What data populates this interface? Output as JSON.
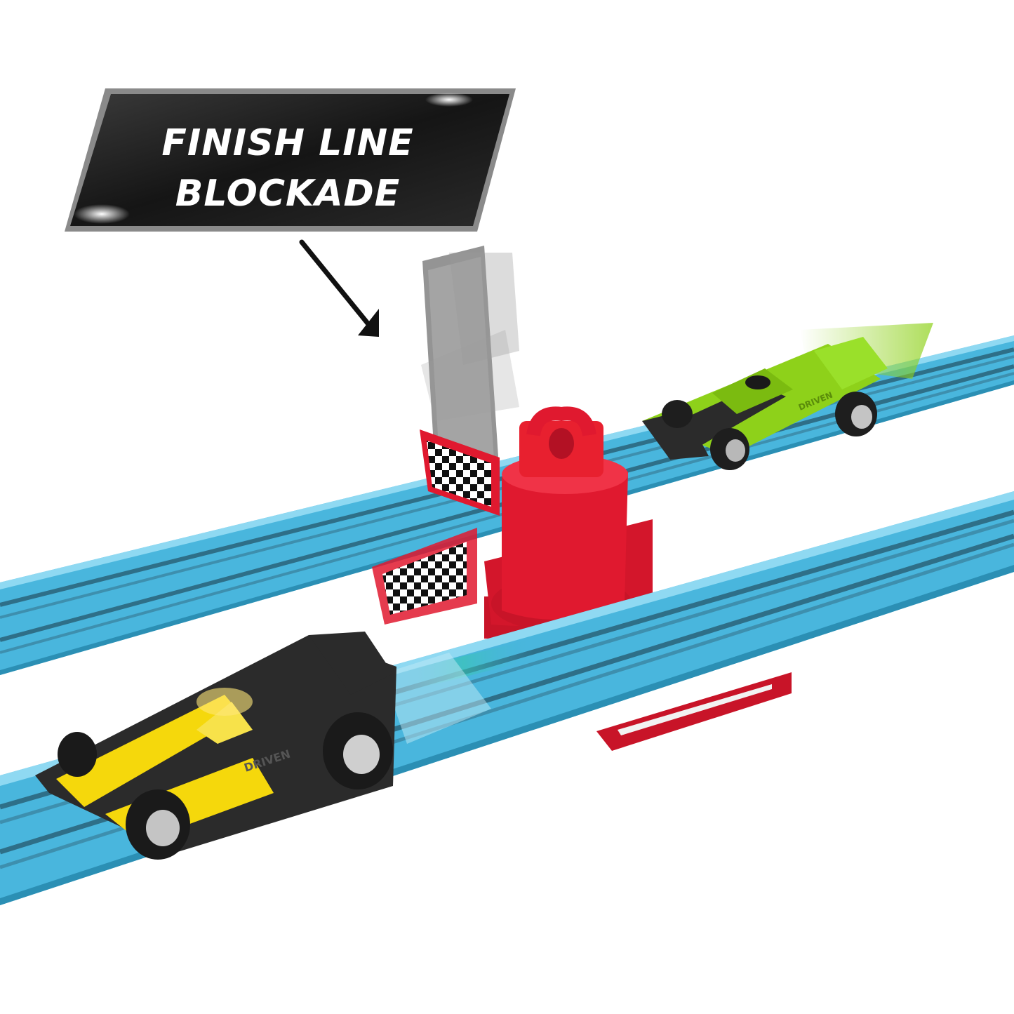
{
  "callout": {
    "line1": "FINISH LINE",
    "line2": "BLOCKADE"
  },
  "car_badge": "DRIVEN",
  "colors": {
    "background": "#ffffff",
    "track": "#49b6dd",
    "track_light": "#76cde9",
    "track_groove": "#2e6f88",
    "blockade_red": "#e0192f",
    "green_car": "#8ed11a",
    "yellow_car": "#f5d80c",
    "car_black": "#2b2b2b",
    "callout_bg": "#1c1c1c"
  },
  "icons": [
    "arrow-icon",
    "checkered-flag-icon"
  ]
}
